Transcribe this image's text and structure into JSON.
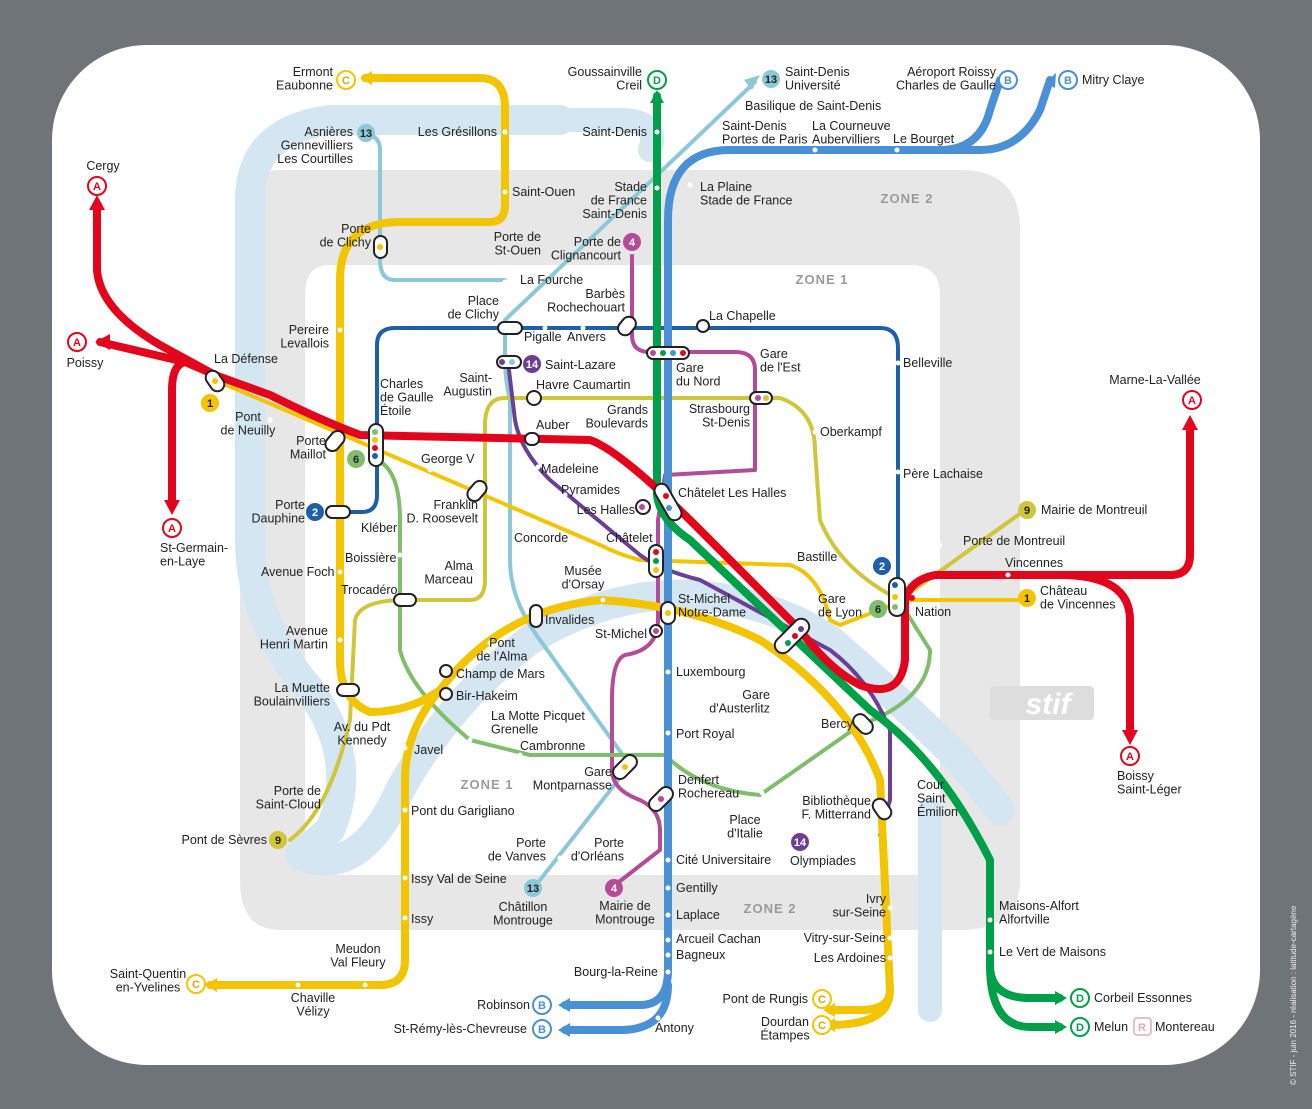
{
  "colors": {
    "rer_a": "#e3051b",
    "rer_b": "#4a90d4",
    "rer_c": "#f2c500",
    "rer_d": "#00a04a",
    "metro_1": "#f2c500",
    "metro_2": "#1f5fa8",
    "metro_4": "#b34b96",
    "metro_6": "#80bd6c",
    "metro_9": "#cfc63a",
    "metro_13": "#8dc8d6",
    "metro_14": "#6b3f93",
    "river": "#d3e6f1"
  },
  "zones": {
    "zone1_top": "ZONE 1",
    "zone1_bottom": "ZONE 1",
    "zone2_top": "ZONE 2",
    "zone2_bottom": "ZONE 2"
  },
  "badges": {
    "A": "A",
    "B": "B",
    "C": "C",
    "D": "D",
    "R": "R",
    "m1": "1",
    "m2": "2",
    "m4": "4",
    "m6": "6",
    "m9": "9",
    "m13": "13",
    "m14": "14"
  },
  "logo": {
    "text": "stif"
  },
  "credit": "© STIF - juin 2016 - réalisation : latitude-cartagène",
  "stations": {
    "ermont": [
      "Ermont",
      "Eaubonne"
    ],
    "goussainville": [
      "Goussainville",
      "Creil"
    ],
    "stdenis_univ": [
      "Saint-Denis",
      "Université"
    ],
    "basilique": [
      "Basilique de Saint-Denis"
    ],
    "aeroport": [
      "Aéroport Roissy",
      "Charles de Gaulle"
    ],
    "mitry": [
      "Mitry Claye"
    ],
    "asnieres": [
      "Asnières",
      "Gennevilliers",
      "Les Courtilles"
    ],
    "gresillons": [
      "Les Grésillons"
    ],
    "saint_denis": [
      "Saint-Denis"
    ],
    "stdenis_portes": [
      "Saint-Denis",
      "Portes de Paris"
    ],
    "courneuve": [
      "La Courneuve",
      "Aubervilliers"
    ],
    "bourget": [
      "Le Bourget"
    ],
    "cergy": [
      "Cergy"
    ],
    "saint_ouen": [
      "Saint-Ouen"
    ],
    "stade_france": [
      "Stade",
      "de France",
      "Saint-Denis"
    ],
    "plaine": [
      "La Plaine",
      "Stade de France"
    ],
    "porte_clichy": [
      "Porte",
      "de Clichy"
    ],
    "porte_stouen": [
      "Porte de",
      "St-Ouen"
    ],
    "porte_clignancourt": [
      "Porte de",
      "Clignancourt"
    ],
    "fourche": [
      "La Fourche"
    ],
    "poissy": [
      "Poissy"
    ],
    "barbes": [
      "Barbès",
      "Rochechouart"
    ],
    "place_clichy": [
      "Place",
      "de Clichy"
    ],
    "pereire": [
      "Pereire",
      "Levallois"
    ],
    "chapelle": [
      "La Chapelle"
    ],
    "pigalle": [
      "Pigalle"
    ],
    "anvers": [
      "Anvers"
    ],
    "defense": [
      "La Défense"
    ],
    "saint_lazare": [
      "Saint-Lazare"
    ],
    "gare_nord": [
      "Gare",
      "du Nord"
    ],
    "gare_est": [
      "Gare",
      "de l'Est"
    ],
    "belleville": [
      "Belleville"
    ],
    "cdg_etoile": [
      "Charles",
      "de Gaulle",
      "Étoile"
    ],
    "saint_augustin": [
      "Saint-",
      "Augustin"
    ],
    "havre": [
      "Havre Caumartin"
    ],
    "marne": [
      "Marne-La-Vallée"
    ],
    "pont_neuilly": [
      "Pont",
      "de Neuilly"
    ],
    "grands_bd": [
      "Grands",
      "Boulevards"
    ],
    "strasbourg": [
      "Strasbourg",
      "St-Denis"
    ],
    "auber": [
      "Auber"
    ],
    "porte_maillot": [
      "Porte",
      "Maillot"
    ],
    "oberkampf": [
      "Oberkampf"
    ],
    "george_v": [
      "George V"
    ],
    "madeleine": [
      "Madeleine"
    ],
    "pere_lachaise": [
      "Père Lachaise"
    ],
    "pyramides": [
      "Pyramides"
    ],
    "chatelet_halles": [
      "Châtelet Les Halles"
    ],
    "porte_dauphine": [
      "Porte",
      "Dauphine"
    ],
    "franklin": [
      "Franklin",
      "D. Roosevelt"
    ],
    "les_halles": [
      "Les Halles"
    ],
    "mairie_montreuil": [
      "Mairie de Montreuil"
    ],
    "st_germain": [
      "St-Germain-",
      "en-Laye"
    ],
    "kleber": [
      "Kléber"
    ],
    "concorde": [
      "Concorde"
    ],
    "chatelet": [
      "Châtelet"
    ],
    "porte_montreuil": [
      "Porte de Montreuil"
    ],
    "boissiere": [
      "Boissière"
    ],
    "bastille": [
      "Bastille"
    ],
    "vincennes": [
      "Vincennes"
    ],
    "avenue_foch": [
      "Avenue Foch"
    ],
    "alma_marceau": [
      "Alma",
      "Marceau"
    ],
    "musee_orsay": [
      "Musée",
      "d'Orsay"
    ],
    "chateau_vincennes": [
      "Château",
      "de Vincennes"
    ],
    "trocadero": [
      "Trocadéro"
    ],
    "st_michel_nd": [
      "St-Michel",
      "Notre-Dame"
    ],
    "gare_lyon": [
      "Gare",
      "de Lyon"
    ],
    "nation": [
      "Nation"
    ],
    "invalides": [
      "Invalides"
    ],
    "st_michel": [
      "St-Michel"
    ],
    "avenue_henri_martin": [
      "Avenue",
      "Henri Martin"
    ],
    "pont_alma": [
      "Pont",
      "de l'Alma"
    ],
    "champ_mars": [
      "Champ de Mars"
    ],
    "luxembourg": [
      "Luxembourg"
    ],
    "muette": [
      "La Muette",
      "Boulainvilliers"
    ],
    "bir_hakeim": [
      "Bir-Hakeim"
    ],
    "gare_austerlitz": [
      "Gare",
      "d'Austerlitz"
    ],
    "bercy": [
      "Bercy"
    ],
    "boissy": [
      "Boissy",
      "Saint-Léger"
    ],
    "motte_picquet": [
      "La Motte Picquet",
      "Grenelle"
    ],
    "av_pdt_kennedy": [
      "Av. du Pdt",
      "Kennedy"
    ],
    "port_royal": [
      "Port Royal"
    ],
    "cambronne": [
      "Cambronne"
    ],
    "javel": [
      "Javel"
    ],
    "gare_montparnasse": [
      "Gare",
      "Montparnasse"
    ],
    "denfert": [
      "Denfert",
      "Rochereau"
    ],
    "cour_st_emilion": [
      "Cour",
      "Saint",
      "Émilion"
    ],
    "porte_saint_cloud": [
      "Porte de",
      "Saint-Cloud"
    ],
    "bibliotheque": [
      "Bibliothèque",
      "F. Mitterrand"
    ],
    "place_italie": [
      "Place",
      "d'Italie"
    ],
    "pont_garigliano": [
      "Pont du Garigliano"
    ],
    "pont_sevres": [
      "Pont de Sèvres"
    ],
    "porte_vanves": [
      "Porte",
      "de Vanves"
    ],
    "porte_orleans": [
      "Porte",
      "d'Orléans"
    ],
    "olympiades": [
      "Olympiades"
    ],
    "cite_univ": [
      "Cité Universitaire"
    ],
    "issy_val": [
      "Issy Val de Seine"
    ],
    "chatillon": [
      "Châtillon",
      "Montrouge"
    ],
    "mairie_montrouge": [
      "Mairie de",
      "Montrouge"
    ],
    "gentilly": [
      "Gentilly"
    ],
    "maisons_alfort": [
      "Maisons-Alfort",
      "Alfortville"
    ],
    "ivry": [
      "Ivry",
      "sur-Seine"
    ],
    "issy": [
      "Issy"
    ],
    "laplace": [
      "Laplace"
    ],
    "arcueil": [
      "Arcueil Cachan"
    ],
    "vitry": [
      "Vitry-sur-Seine"
    ],
    "meudon": [
      "Meudon",
      "Val Fleury"
    ],
    "bagneux": [
      "Bagneux"
    ],
    "le_vert": [
      "Le Vert de Maisons"
    ],
    "ardoines": [
      "Les Ardoines"
    ],
    "bourg_la_reine": [
      "Bourg-la-Reine"
    ],
    "saint_quentin": [
      "Saint-Quentin",
      "en-Yvelines"
    ],
    "chaville": [
      "Chaville",
      "Vélizy"
    ],
    "pont_rungis": [
      "Pont de Rungis"
    ],
    "corbeil": [
      "Corbeil Essonnes"
    ],
    "robinson": [
      "Robinson"
    ],
    "dourdan": [
      "Dourdan",
      "Étampes"
    ],
    "st_remy": [
      "St-Rémy-lès-Chevreuse"
    ],
    "antony": [
      "Antony"
    ],
    "melun": [
      "Melun"
    ],
    "montereau": [
      "Montereau"
    ]
  }
}
